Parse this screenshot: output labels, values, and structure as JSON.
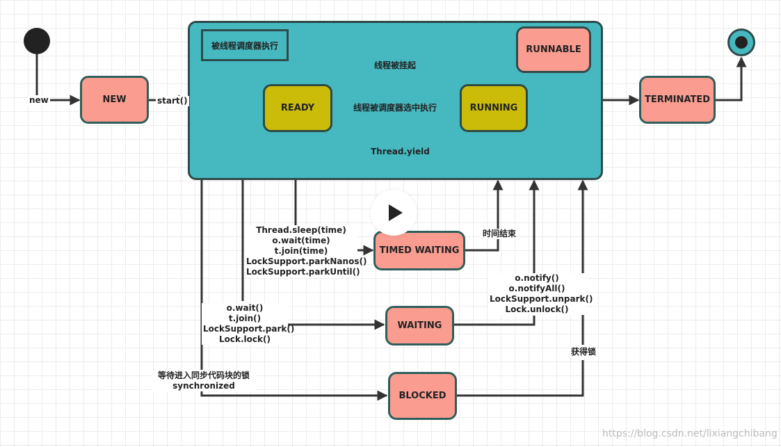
{
  "container": {
    "tag_label": "被线程调度器执行",
    "state_label": "RUNNABLE"
  },
  "states": {
    "new": "NEW",
    "ready": "READY",
    "running": "RUNNING",
    "terminated": "TERMINATED",
    "timed_waiting": "TIMED WAITING",
    "waiting": "WAITING",
    "blocked": "BLOCKED"
  },
  "transitions": {
    "new": "new",
    "start": "start()",
    "suspended": "线程被挂起",
    "selected": "线程被调度器选中执行",
    "yield": "Thread.yield",
    "time_over": "时间结束",
    "acquired_lock": "获得锁",
    "timed_methods": [
      "Thread.sleep(time)",
      "o.wait(time)",
      "t.join(time)",
      "LockSupport.parkNanos()",
      "LockSupport.parkUntil()"
    ],
    "wait_methods": [
      "o.wait()",
      "t.join()",
      "LockSupport.park()",
      "Lock.lock()"
    ],
    "notify_methods": [
      "o.notify()",
      "o.notifyAll()",
      "LockSupport.unpark()",
      "Lock.unlock()"
    ],
    "blocked_methods": [
      "等待进入同步代码块的锁",
      "synchronized"
    ]
  },
  "watermark": "https://blog.csdn.net/lixiangchibang",
  "colors": {
    "state_fill": "#fa9c90",
    "inner_fill": "#cbbc0a",
    "container_fill": "#46b8c0",
    "border": "#2e4a4a",
    "line": "#333333"
  }
}
